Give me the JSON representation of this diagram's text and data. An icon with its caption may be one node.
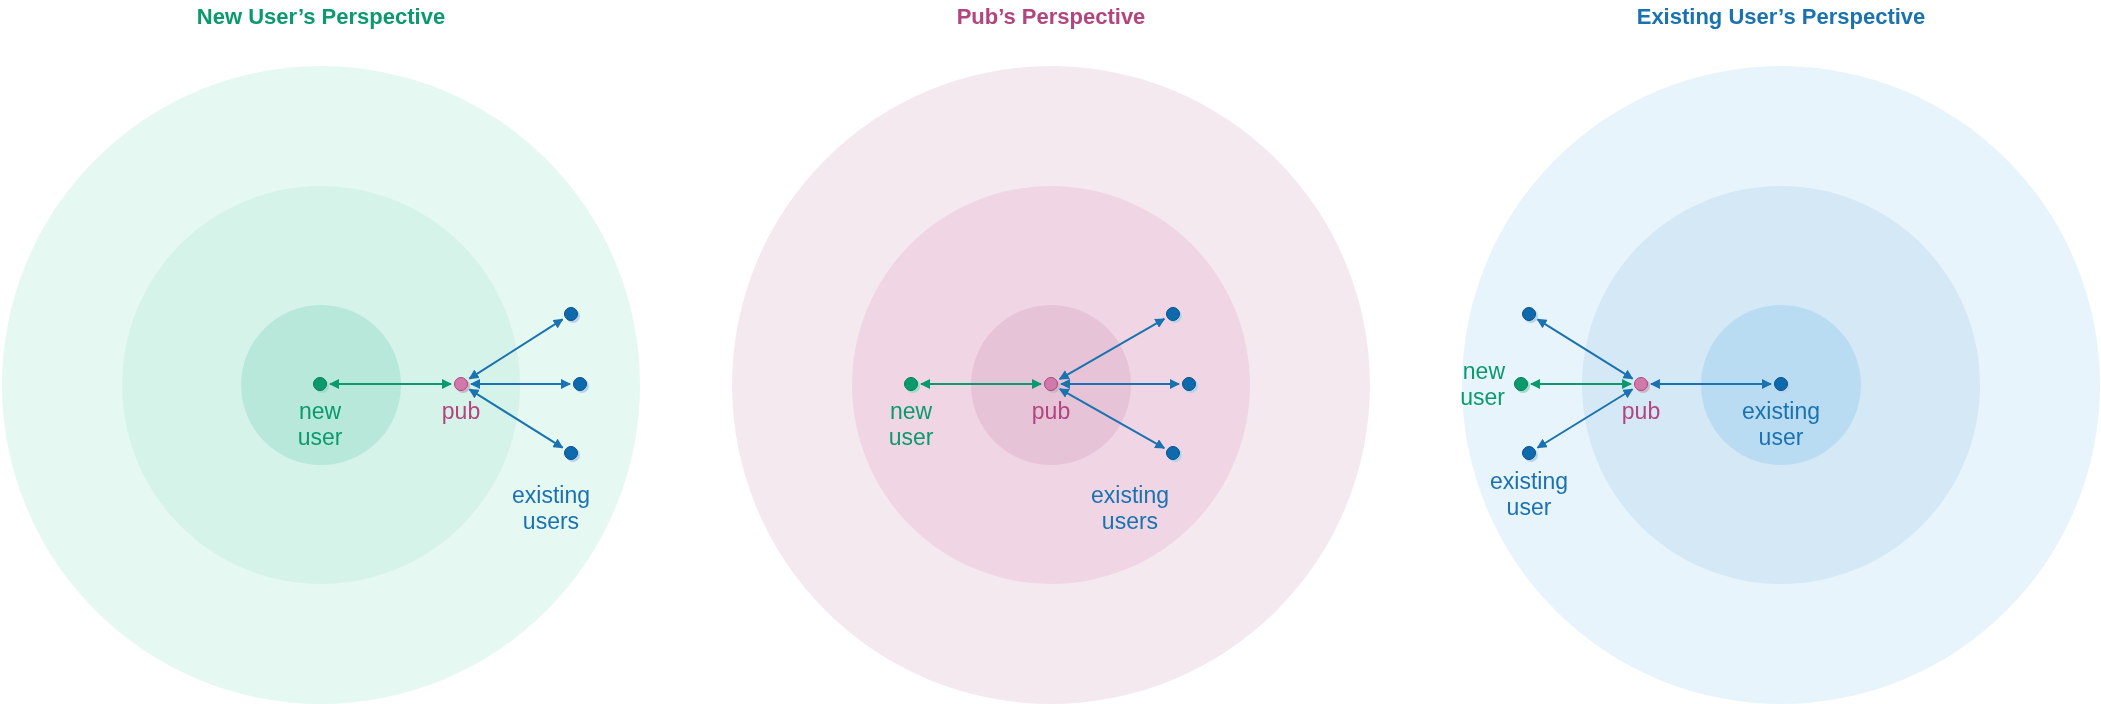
{
  "diagram": {
    "nodes": [
      {
        "text": [
          "New User’s Perspective"
        ]
      },
      {
        "text": [],
        "shape": "circle",
        "in": 0,
        "beside": [
          "new user"
        ]
      },
      {
        "text": [],
        "shape": "circle",
        "in": 0,
        "beside": [
          "pub"
        ]
      },
      {
        "text": [],
        "shape": "circle",
        "in": 0
      },
      {
        "text": [],
        "shape": "circle",
        "in": 0
      },
      {
        "text": [],
        "shape": "circle",
        "in": 0,
        "beside": [
          "existing users"
        ]
      },
      {
        "text": [
          "Pub’s Perspective"
        ]
      },
      {
        "text": [],
        "shape": "circle",
        "in": 6,
        "beside": [
          "new user"
        ]
      },
      {
        "text": [],
        "shape": "circle",
        "in": 6,
        "beside": [
          "pub"
        ]
      },
      {
        "text": [],
        "shape": "circle",
        "in": 6
      },
      {
        "text": [],
        "shape": "circle",
        "in": 6
      },
      {
        "text": [],
        "shape": "circle",
        "in": 6,
        "beside": [
          "existing users"
        ]
      },
      {
        "text": [
          "Existing User’s Perspective"
        ]
      },
      {
        "text": [],
        "shape": "circle",
        "in": 12
      },
      {
        "text": [],
        "shape": "circle",
        "in": 12,
        "beside": [
          "new user"
        ]
      },
      {
        "text": [],
        "shape": "circle",
        "in": 12,
        "beside": [
          "pub"
        ]
      },
      {
        "text": [],
        "shape": "circle",
        "in": 12,
        "beside": [
          "existing user"
        ]
      },
      {
        "text": [],
        "shape": "circle",
        "in": 12,
        "beside": [
          "existing user"
        ]
      }
    ],
    "edges": [
      {
        "from": 1,
        "to": 2,
        "arrow": "both",
        "color": "#0b9a6d"
      },
      {
        "from": 2,
        "to": 3,
        "arrow": "both"
      },
      {
        "from": 2,
        "to": 4,
        "arrow": "both"
      },
      {
        "from": 2,
        "to": 5,
        "arrow": "both"
      },
      {
        "from": 7,
        "to": 8,
        "arrow": "both",
        "color": "#0b9a6d"
      },
      {
        "from": 8,
        "to": 9,
        "arrow": "both"
      },
      {
        "from": 8,
        "to": 10,
        "arrow": "both"
      },
      {
        "from": 8,
        "to": 11,
        "arrow": "both"
      },
      {
        "from": 15,
        "to": 13,
        "arrow": "both"
      },
      {
        "from": 15,
        "to": 14,
        "arrow": "both",
        "color": "#0b9a6d"
      },
      {
        "from": 15,
        "to": 16,
        "arrow": "both"
      },
      {
        "from": 15,
        "to": 17,
        "arrow": "both"
      }
    ]
  }
}
